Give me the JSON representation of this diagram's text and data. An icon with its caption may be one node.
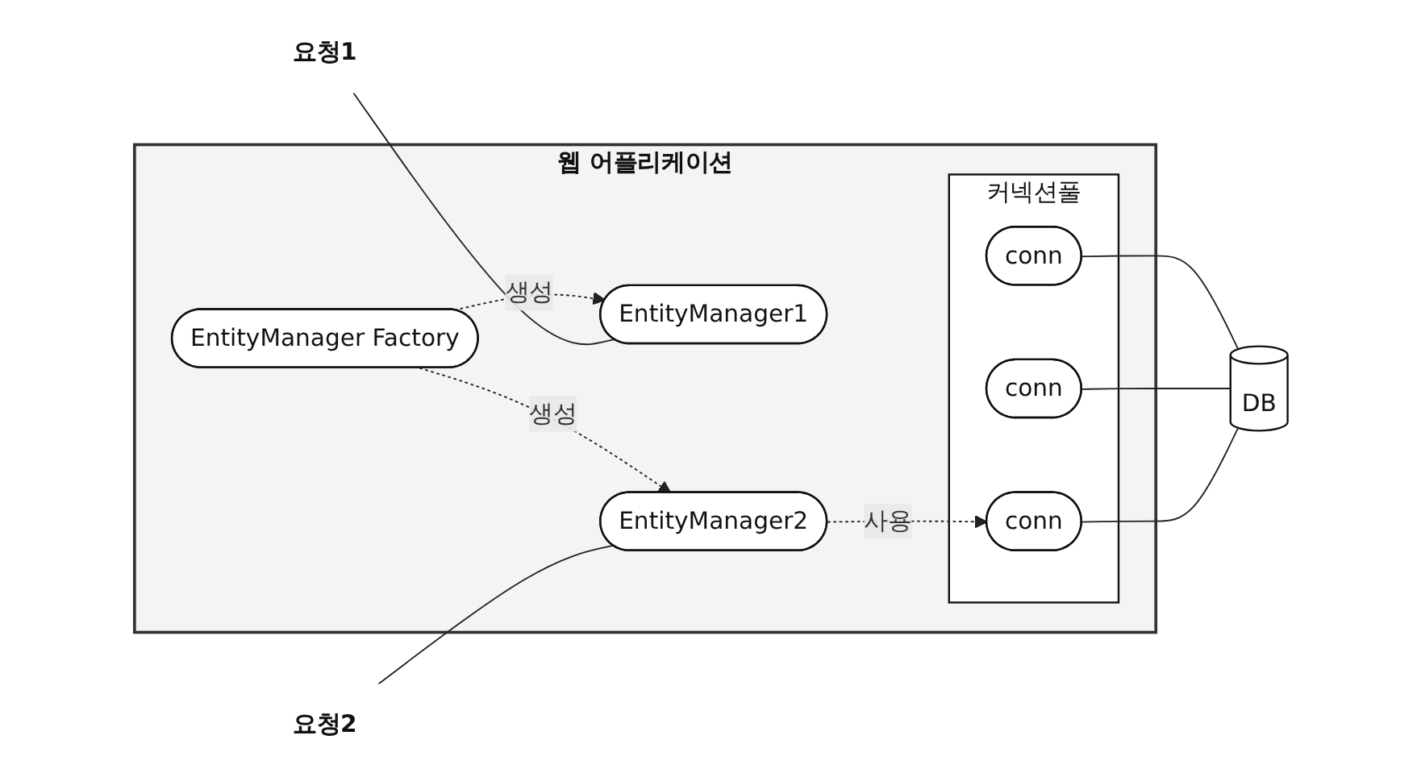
{
  "diagram": {
    "nodes": [
      {
        "text": [
          "웹 어플리케이션"
        ]
      },
      {
        "text": [
          "EntityManager Factory"
        ],
        "in": 0
      },
      {
        "text": [
          "EntityManager1"
        ],
        "in": 0
      },
      {
        "text": [
          "EntityManager2"
        ],
        "in": 0
      },
      {
        "text": [
          "커넥션풀"
        ],
        "in": 0
      },
      {
        "text": [
          "conn"
        ],
        "in": 4
      },
      {
        "text": [
          "conn"
        ],
        "in": 4
      },
      {
        "text": [
          "conn"
        ],
        "in": 4
      },
      {
        "text": [
          "DB"
        ]
      },
      {
        "text": [
          "요청1"
        ]
      },
      {
        "text": [
          "요청2"
        ]
      }
    ],
    "edges": [
      {
        "from": 1,
        "to": 2,
        "arrow": "to",
        "label": "생성",
        "style": "dashed"
      },
      {
        "from": 1,
        "to": 3,
        "arrow": "to",
        "label": "생성",
        "style": "dashed"
      },
      {
        "from": 9,
        "to": 2,
        "arrow": "none"
      },
      {
        "from": 10,
        "to": 3,
        "arrow": "none"
      },
      {
        "from": 3,
        "to": 7,
        "arrow": "to",
        "label": "사용",
        "style": "dashed"
      },
      {
        "from": 5,
        "to": 8,
        "arrow": "none"
      },
      {
        "from": 6,
        "to": 8,
        "arrow": "none"
      },
      {
        "from": 7,
        "to": 8,
        "arrow": "none"
      }
    ]
  }
}
